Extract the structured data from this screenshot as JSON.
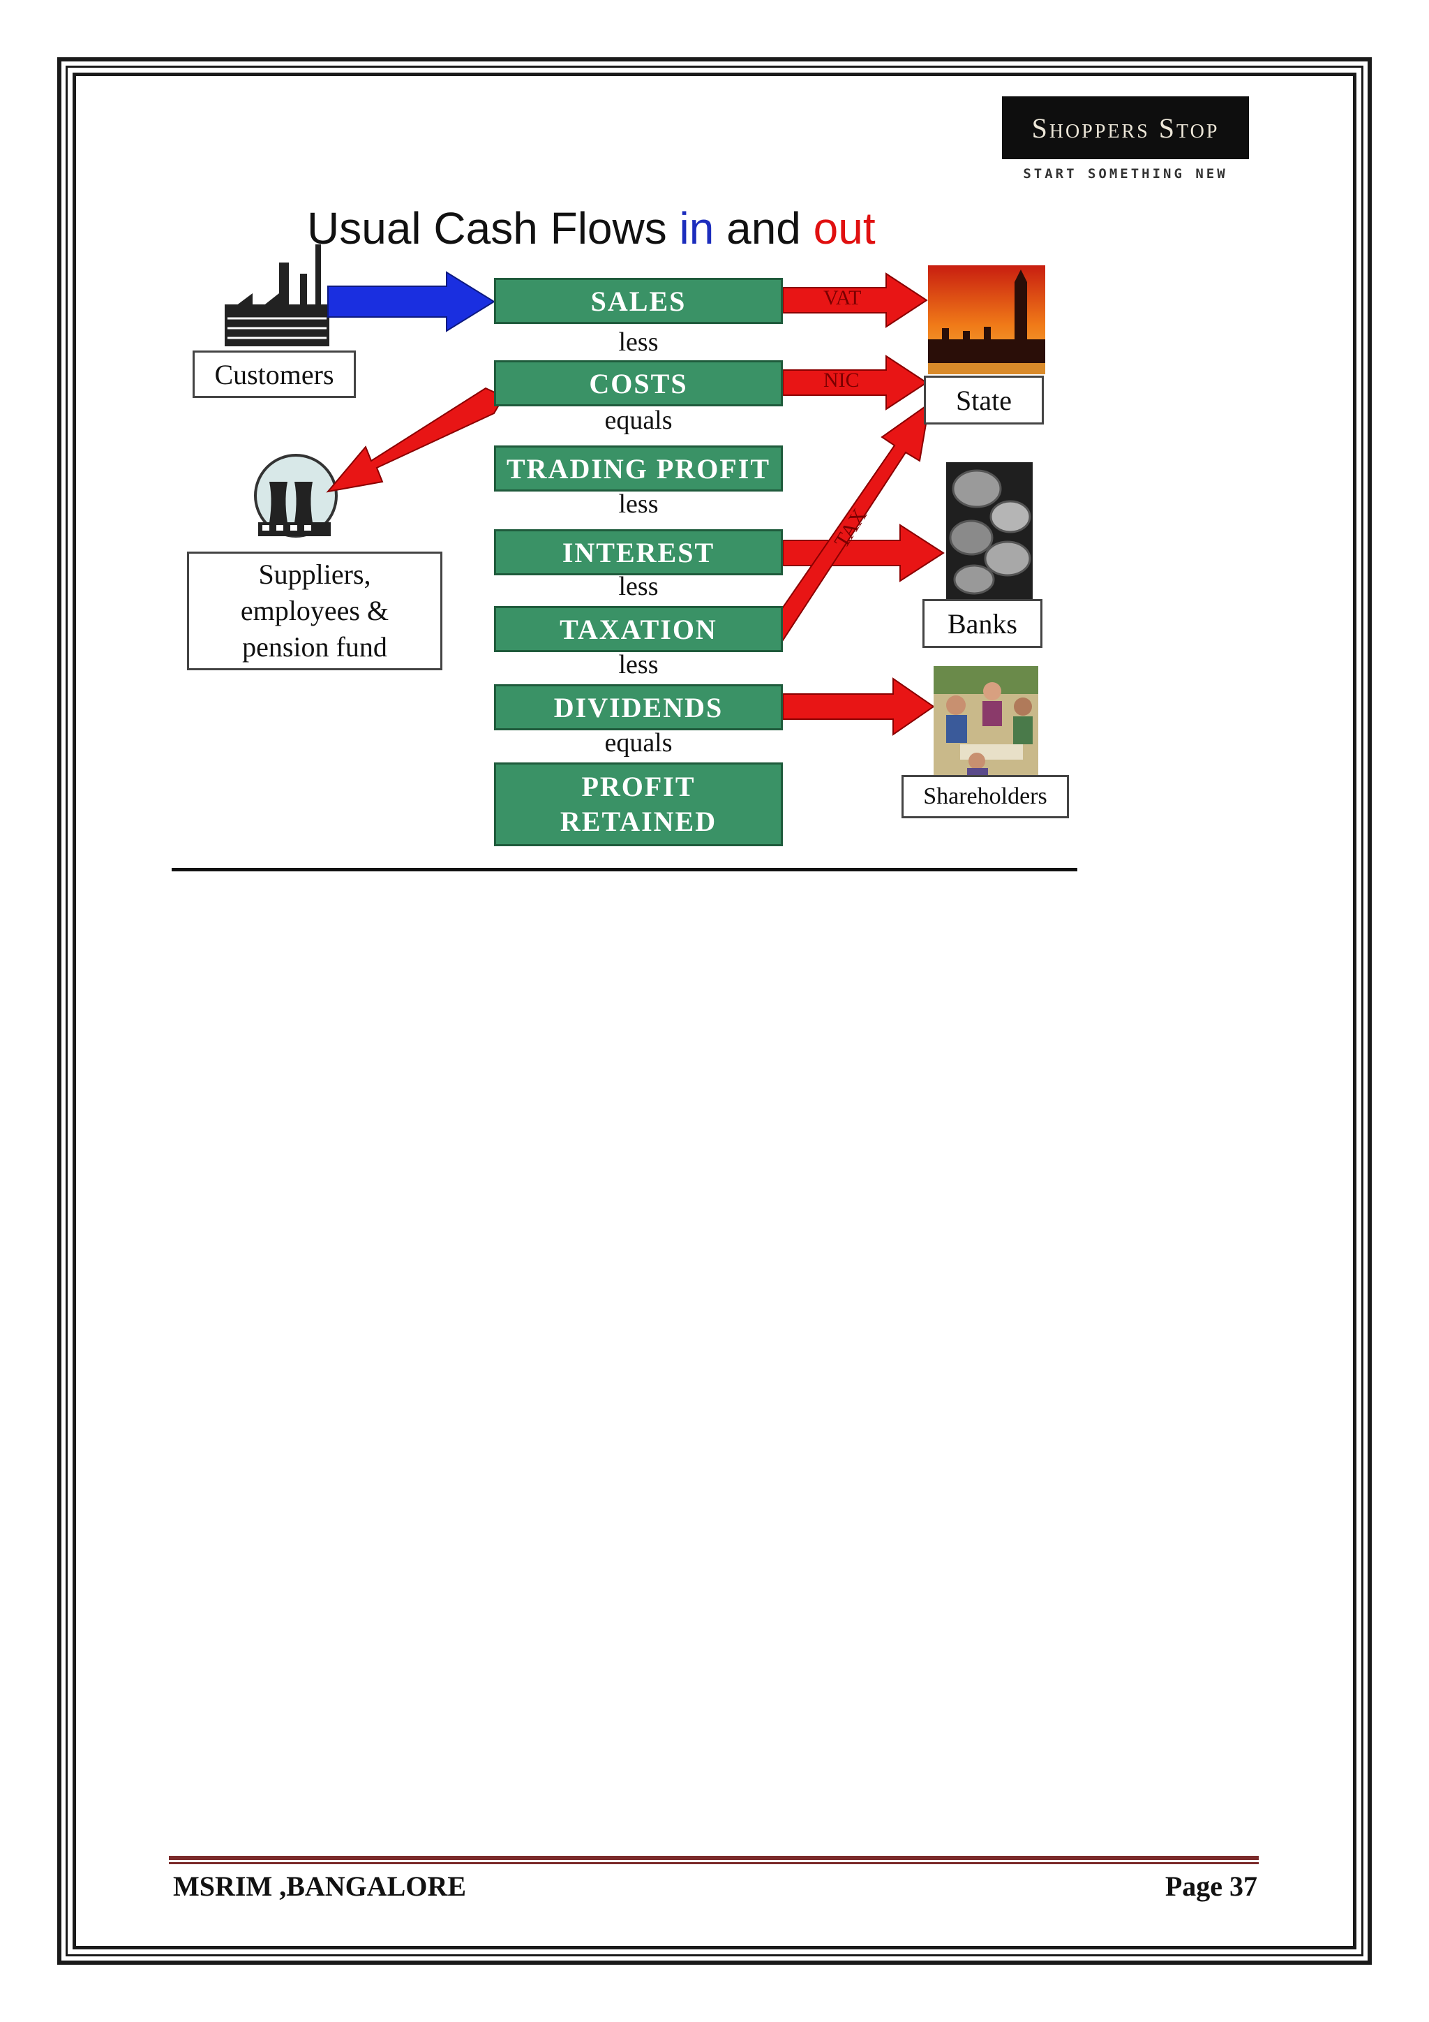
{
  "logo": {
    "brand": "Shoppers Stop",
    "tagline": "START SOMETHING NEW"
  },
  "title": {
    "part1": "Usual Cash Flows ",
    "in": "in",
    "and": " and ",
    "out": "out"
  },
  "flow": {
    "sales": "SALES",
    "less1": "less",
    "costs": "COSTS",
    "equals1": "equals",
    "trading_profit": "TRADING PROFIT",
    "less2": "less",
    "interest": "INTEREST",
    "less3": "less",
    "taxation": "TAXATION",
    "less4": "less",
    "dividends": "DIVIDENDS",
    "equals2": "equals",
    "profit_retained_1": "PROFIT",
    "profit_retained_2": "RETAINED"
  },
  "arrow_labels": {
    "vat": "VAT",
    "nic": "NIC",
    "tax": "TAX"
  },
  "parties": {
    "customers": "Customers",
    "suppliers_1": "Suppliers,",
    "suppliers_2": "employees &",
    "suppliers_3": "pension fund",
    "state": "State",
    "banks": "Banks",
    "shareholders": "Shareholders"
  },
  "colors": {
    "green_box": "#3a9266",
    "red_arrow": "#e81515",
    "blue_arrow": "#1a2fe0",
    "title_in": "#1c2dbd",
    "title_out": "#e01010"
  },
  "footer": {
    "institute": "MSRIM ,BANGALORE",
    "page": "Page 37"
  }
}
